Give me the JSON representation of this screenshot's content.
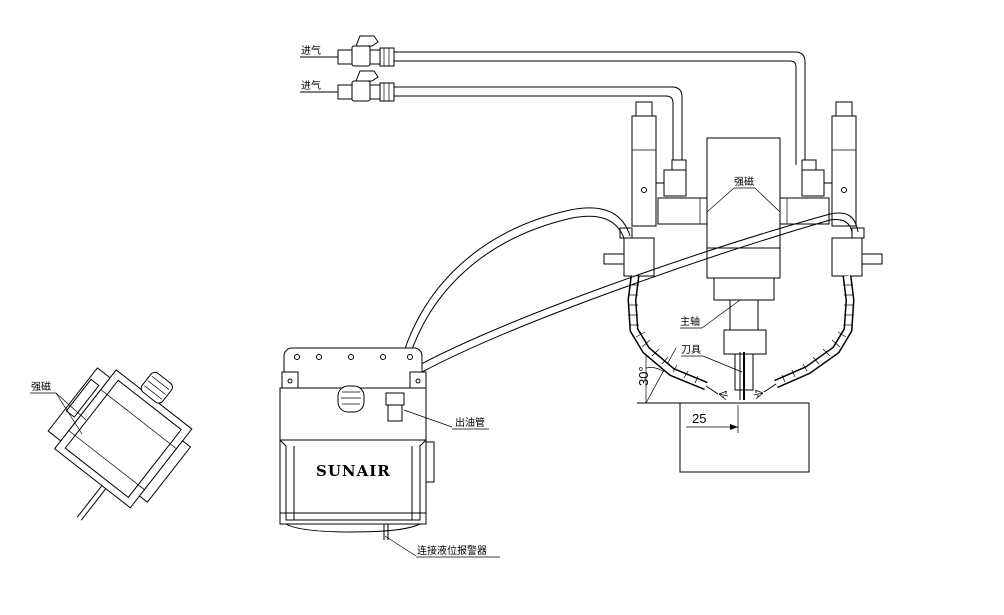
{
  "labels": {
    "air_inlet_top": "进气",
    "air_inlet_bottom": "进气",
    "magnet_center": "强磁",
    "magnet_left": "强磁",
    "spindle": "主轴",
    "cutter": "刀具",
    "oil_outlet": "出油管",
    "level_alarm": "连接液位报警器",
    "brand": "SUNAIR",
    "angle": "30°",
    "dimension": "25"
  },
  "colors": {
    "line": "#000000",
    "background": "#ffffff"
  }
}
